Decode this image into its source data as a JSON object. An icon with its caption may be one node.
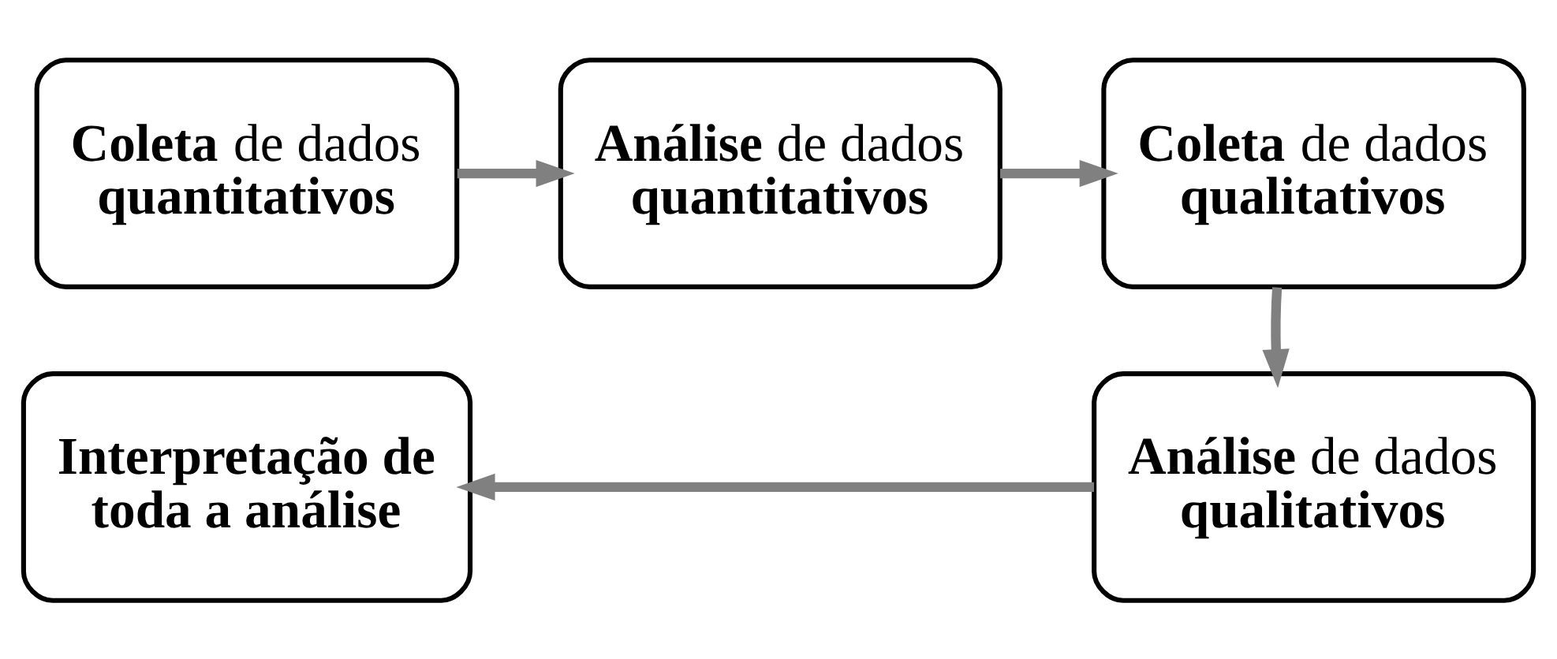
{
  "diagram": {
    "nodes": [
      {
        "text": [
          "**Coleta** de dados **quantitativos**"
        ]
      },
      {
        "text": [
          "**Análise** de dados **quantitativos**"
        ]
      },
      {
        "text": [
          "**Coleta** de dados **qualitativos**"
        ]
      },
      {
        "text": [
          "**Análise** de dados **qualitativos**"
        ]
      },
      {
        "text": [
          "**Interpretação de toda a análise**"
        ]
      }
    ],
    "edges": [
      {
        "from": 0,
        "to": 1,
        "arrow": "to"
      },
      {
        "from": 1,
        "to": 2,
        "arrow": "to"
      },
      {
        "from": 2,
        "to": 3,
        "arrow": "to"
      },
      {
        "from": 3,
        "to": 4,
        "arrow": "to"
      }
    ]
  }
}
